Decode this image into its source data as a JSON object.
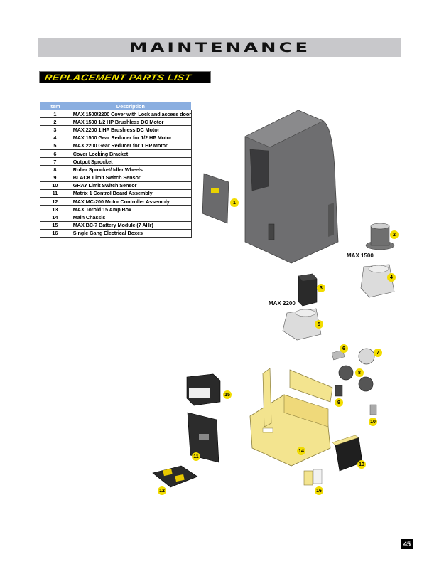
{
  "header": {
    "title": "MAINTENANCE",
    "section": "REPLACEMENT PARTS LIST"
  },
  "table": {
    "columns": [
      "Item",
      "Description"
    ],
    "rows": [
      {
        "item": "1",
        "description": "MAX 1500/2200 Cover with Lock and access door"
      },
      {
        "item": "2",
        "description": "MAX 1500 1/2 HP Brushless DC Motor"
      },
      {
        "item": "3",
        "description": "MAX 2200 1 HP Brushless DC Motor"
      },
      {
        "item": "4",
        "description": "MAX 1500 Gear Reducer for 1/2 HP Motor"
      },
      {
        "item": "5",
        "description": "MAX 2200 Gear Reducer for 1 HP Motor"
      },
      {
        "item": "6",
        "description": "Cover Locking Bracket"
      },
      {
        "item": "7",
        "description": "Output Sprocket"
      },
      {
        "item": "8",
        "description": "Roller Sprocket/ Idler Wheels"
      },
      {
        "item": "9",
        "description": "BLACK Limit Switch Sensor"
      },
      {
        "item": "10",
        "description": "GRAY Limit Switch Sensor"
      },
      {
        "item": "11",
        "description": "Matrix 1 Control Board Assembly"
      },
      {
        "item": "12",
        "description": "MAX MC-200 Motor Controller Assembly"
      },
      {
        "item": "13",
        "description": "MAX Toroid 15 Amp Box"
      },
      {
        "item": "14",
        "description": "Main Chassis"
      },
      {
        "item": "15",
        "description": "MAX BC-7 Battery Module (7 AHr)"
      },
      {
        "item": "16",
        "description": "Single Gang Electrical Boxes"
      }
    ]
  },
  "diagram": {
    "model_labels": {
      "max1500": "MAX 1500",
      "max2200": "MAX 2200"
    },
    "callouts": [
      "1",
      "2",
      "3",
      "4",
      "5",
      "6",
      "7",
      "8",
      "9",
      "10",
      "11",
      "12",
      "13",
      "14",
      "15",
      "16"
    ]
  },
  "footer": {
    "page_number": "45"
  },
  "colors": {
    "banner": "#c8c8cb",
    "table_header": "#8aaee0",
    "callout": "#f2dc00",
    "chassis": "#f3e48f",
    "cover": "#6e6e70"
  }
}
